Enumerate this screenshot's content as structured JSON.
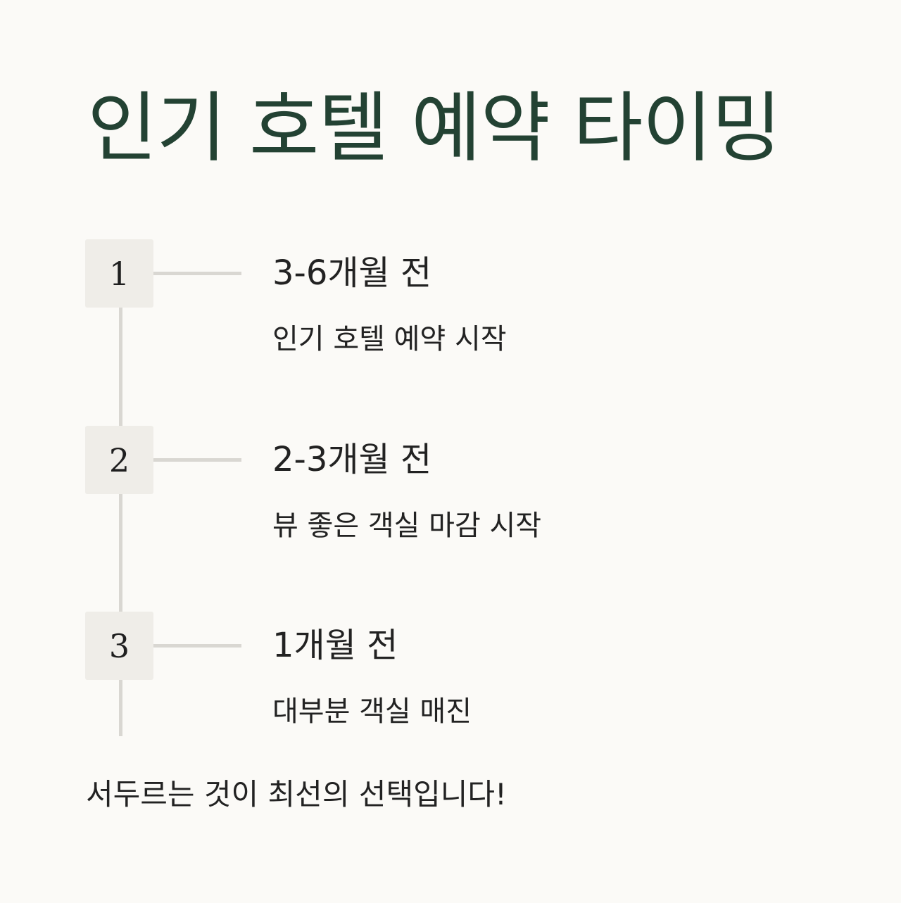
{
  "title": "인기 호텔 예약 타이밍",
  "steps": [
    {
      "number": "1",
      "heading": "3-6개월 전",
      "description": "인기 호텔 예약 시작"
    },
    {
      "number": "2",
      "heading": "2-3개월 전",
      "description": "뷰 좋은 객실 마감 시작"
    },
    {
      "number": "3",
      "heading": "1개월 전",
      "description": "대부분 객실 매진"
    }
  ],
  "conclusion": "서두르는 것이 최선의 선택입니다!",
  "colors": {
    "background": "#fbfaf7",
    "title": "#234233",
    "box": "#efede8",
    "line": "#d9d7d2",
    "text": "#222222"
  }
}
